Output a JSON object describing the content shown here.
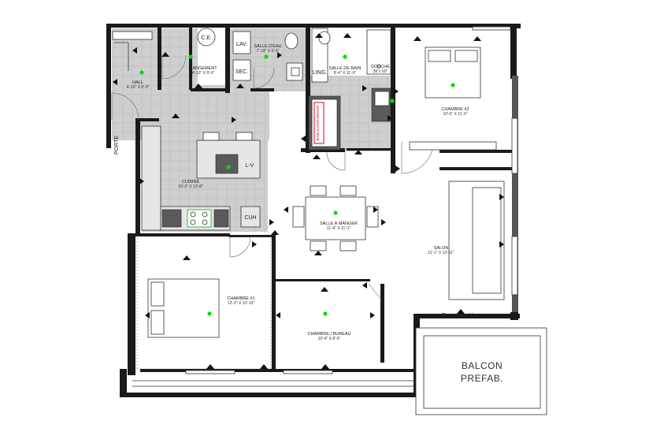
{
  "rooms": {
    "rangement": {
      "name": "RANGEMENT",
      "dims": "4'-10\" X 5'-6\""
    },
    "salle_eau": {
      "name": "SALLE D'EAU",
      "dims": "7'-10\" X 5'-6\""
    },
    "salle_bain": {
      "name": "SALLE DE BAIN",
      "dims": "8'-4\" X 11'-9\""
    },
    "hall": {
      "name": "HALL",
      "dims": "4'-10\" X 6'-9\""
    },
    "douche": {
      "name": "DOUCHE",
      "dims": "36\"x 60\""
    },
    "chambre2": {
      "name": "CHAMBRE #2",
      "dims": "10'-6\" X 11'-4\""
    },
    "cuisine": {
      "name": "CUISINE",
      "dims": "16'-2\" X 13'-8\""
    },
    "salle_manger": {
      "name": "SALLE À MANGER",
      "dims": "11'-4\" X 11'-2\""
    },
    "salon": {
      "name": "SALON",
      "dims": "11'-1\" X 13'-11\""
    },
    "chambre1": {
      "name": "CHAMBRE #1",
      "dims": "12'-2\" X 10'-10\""
    },
    "chambre_bureau": {
      "name": "CHAMBRE / BUREAU",
      "dims": "10'-4\" X 8'-6\""
    }
  },
  "fixtures": {
    "ce": "C.E.",
    "lav": "LAV.",
    "sec": "SEC.",
    "ling": "LING.",
    "lv": "L-V",
    "cuh": "CUH",
    "bath": "BAIN AUTOPORTANT",
    "porte": "PORTE",
    "o_mark": "O",
    "x_mark": "X"
  },
  "balcon": {
    "line1": "BALCON",
    "line2": "PREFAB."
  }
}
